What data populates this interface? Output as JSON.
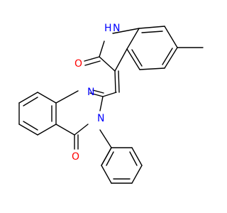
{
  "labels": {
    "nh": "N",
    "nh_h": "H",
    "o_indolinone": "O",
    "n_quinazoline_1": "N",
    "n_quinazoline_3": "N",
    "o_quinazolinone": "O",
    "methyl": ""
  },
  "colors": {
    "nitrogen": "#0000ff",
    "oxygen": "#ff0000",
    "bond": "#000000",
    "background": "#ffffff"
  }
}
